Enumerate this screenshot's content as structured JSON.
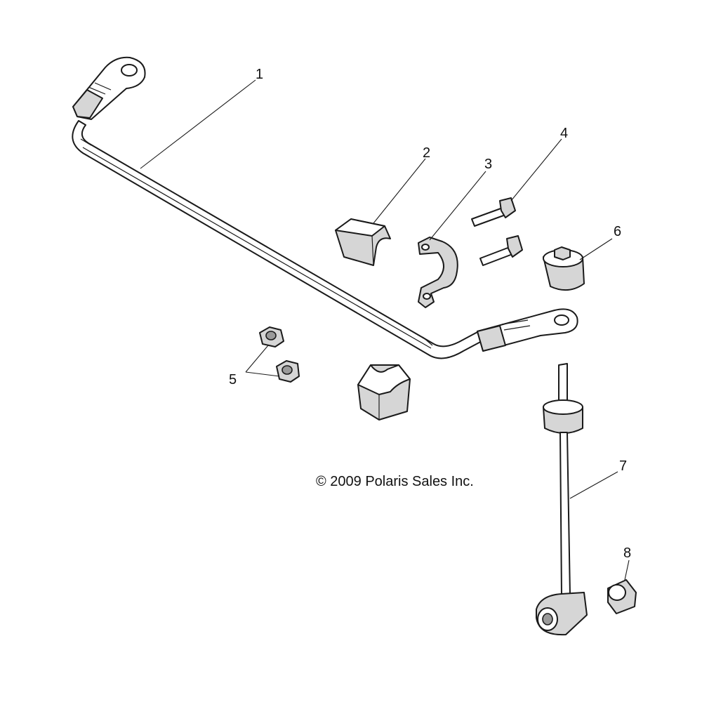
{
  "diagram": {
    "copyright": "© 2009 Polaris Sales Inc.",
    "callouts": [
      {
        "id": "1",
        "label": "1"
      },
      {
        "id": "2",
        "label": "2"
      },
      {
        "id": "3",
        "label": "3"
      },
      {
        "id": "4",
        "label": "4"
      },
      {
        "id": "5",
        "label": "5"
      },
      {
        "id": "6",
        "label": "6"
      },
      {
        "id": "7",
        "label": "7"
      },
      {
        "id": "8",
        "label": "8"
      }
    ]
  }
}
